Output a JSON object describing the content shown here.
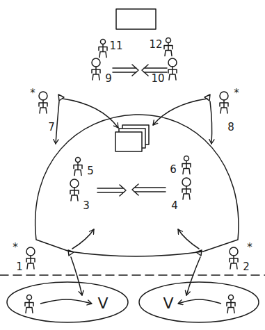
{
  "diagram": {
    "nodes": [
      {
        "text": [
          "V"
        ]
      },
      {
        "text": [
          "V"
        ]
      }
    ],
    "labels": [
      "11",
      "12",
      "9",
      "10",
      "*",
      "7",
      "*",
      "8",
      "5",
      "6",
      "3",
      "4",
      "*",
      "1",
      "*",
      "2"
    ]
  }
}
